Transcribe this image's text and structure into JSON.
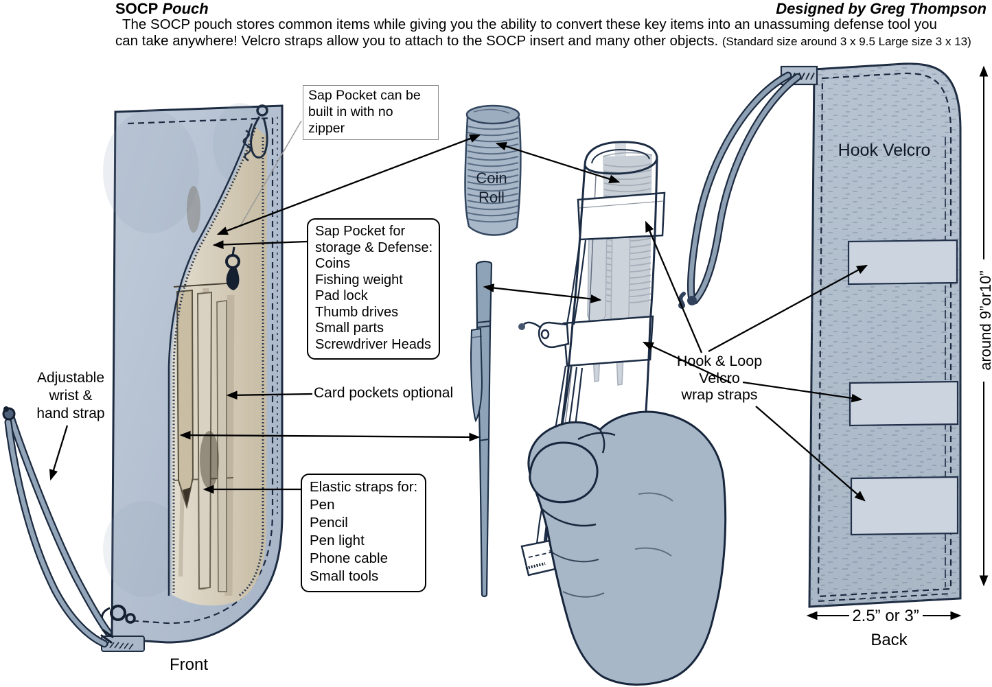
{
  "header": {
    "title_socp": "SOCP",
    "title_pouch": "Pouch",
    "designer": "Designed by Greg Thompson",
    "desc_line1": "The SOCP pouch stores common items while giving you the ability to convert these key items into an unassuming defense tool you",
    "desc_line2": "can take anywhere! Velcro straps allow you to attach to the SOCP insert and many other objects.",
    "desc_size_note": "(Standard size around 3 x 9.5 Large size 3 x 13)"
  },
  "labels": {
    "wrist_strap": [
      "Adjustable",
      "wrist &",
      "hand strap"
    ],
    "sap_no_zipper": [
      "Sap Pocket can be",
      "built in with no zipper"
    ],
    "sap_box": [
      "Sap Pocket for",
      "storage & Defense:",
      "Coins",
      "Fishing weight",
      "Pad lock",
      "Thumb drives",
      "Small parts",
      "Screwdriver Heads"
    ],
    "card_pockets": "Card pockets optional",
    "elastic_box": [
      "Elastic straps for:",
      "Pen",
      "Pencil",
      "Pen light",
      "Phone cable",
      "Small tools"
    ],
    "coin_roll": [
      "Coin",
      "Roll"
    ],
    "hook_loop": [
      "Hook & Loop",
      "Velcro",
      "wrap straps"
    ],
    "hook_velcro": "Hook Velcro",
    "front": "Front",
    "back": "Back",
    "dim_height": "around 9”or10”",
    "dim_width": "2.5” or 3”"
  },
  "colors": {
    "pouch_blue": "#b3c0d0",
    "outline_navy": "#1e2c42",
    "interior_tan": "#d8d0bf",
    "velcro_strip": "#cbd4df",
    "hand_blue": "#a8b7c7",
    "annotation_black": "#000000",
    "leader_gray": "#999999"
  }
}
